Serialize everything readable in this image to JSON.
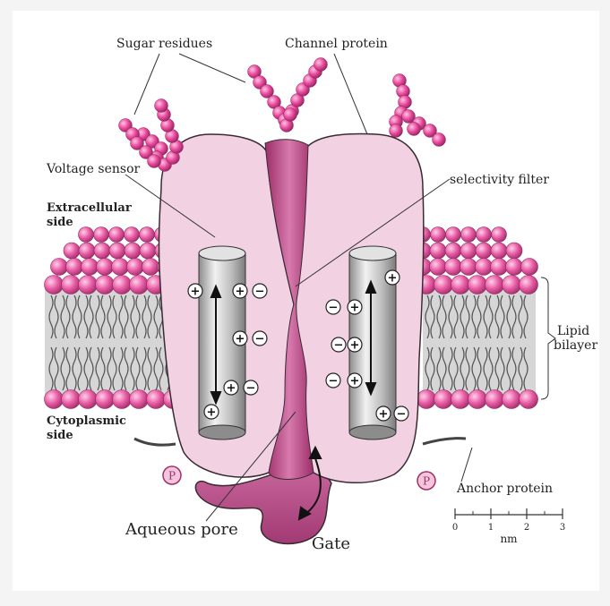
{
  "labels": {
    "sugar_residues": "Sugar residues",
    "channel_protein": "Channel protein",
    "voltage_sensor": "Voltage sensor",
    "selectivity_filter": "selectivity filter",
    "extracellular_line1": "Extracellular",
    "extracellular_line2": "side",
    "cytoplasmic_line1": "Cytoplasmic",
    "cytoplasmic_line2": "side",
    "lipid_line1": "Lipid",
    "lipid_line2": "bilayer",
    "anchor_protein": "Anchor protein",
    "aqueous_pore": "Aqueous pore",
    "gate": "Gate",
    "phosphate": "P"
  },
  "scale_bar": {
    "ticks": [
      "0",
      "1",
      "2",
      "3"
    ],
    "unit": "nm"
  },
  "colors": {
    "background": "#f4f4f4",
    "panel": "#ffffff",
    "protein_fill": "#f2d2e2",
    "protein_outline": "#3a2a33",
    "pore": "#c04f8a",
    "head_group": "#e85aa3",
    "sugar": "#e8479a",
    "cylinder": "#bdbdbd",
    "tails": "#555555"
  },
  "charges": {
    "plus": "+",
    "minus": "−"
  }
}
